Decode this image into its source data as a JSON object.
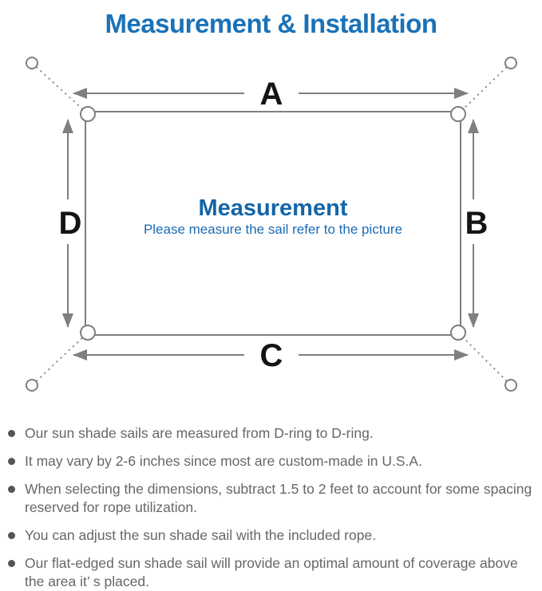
{
  "page": {
    "title": "Measurement & Installation"
  },
  "diagram": {
    "labels": {
      "top": "A",
      "right": "B",
      "bottom": "C",
      "left": "D"
    },
    "center_title": "Measurement",
    "center_subtitle": "Please measure the sail refer to the picture"
  },
  "icons": {
    "anchor_point": "open-circle",
    "d_ring": "open-circle",
    "bullet": "filled-circle"
  },
  "colors": {
    "title_blue": "#1a72b8",
    "center_blue": "#1465a8",
    "sub_blue": "#1a6cb3",
    "line_gray": "#7f7f7f",
    "label_black": "#141414",
    "text_gray": "#676767",
    "bullet_gray": "#555555"
  },
  "notes": [
    "Our sun shade sails are measured from D-ring to D-ring.",
    "It may vary by 2-6 inches since most are custom-made in U.S.A.",
    "When selecting the dimensions, subtract 1.5 to 2 feet to account for some spacing reserved for rope utilization.",
    "You can adjust the sun shade sail with the included rope.",
    "Our flat-edged sun shade sail will provide an optimal amount of coverage above the area it’ s placed."
  ]
}
